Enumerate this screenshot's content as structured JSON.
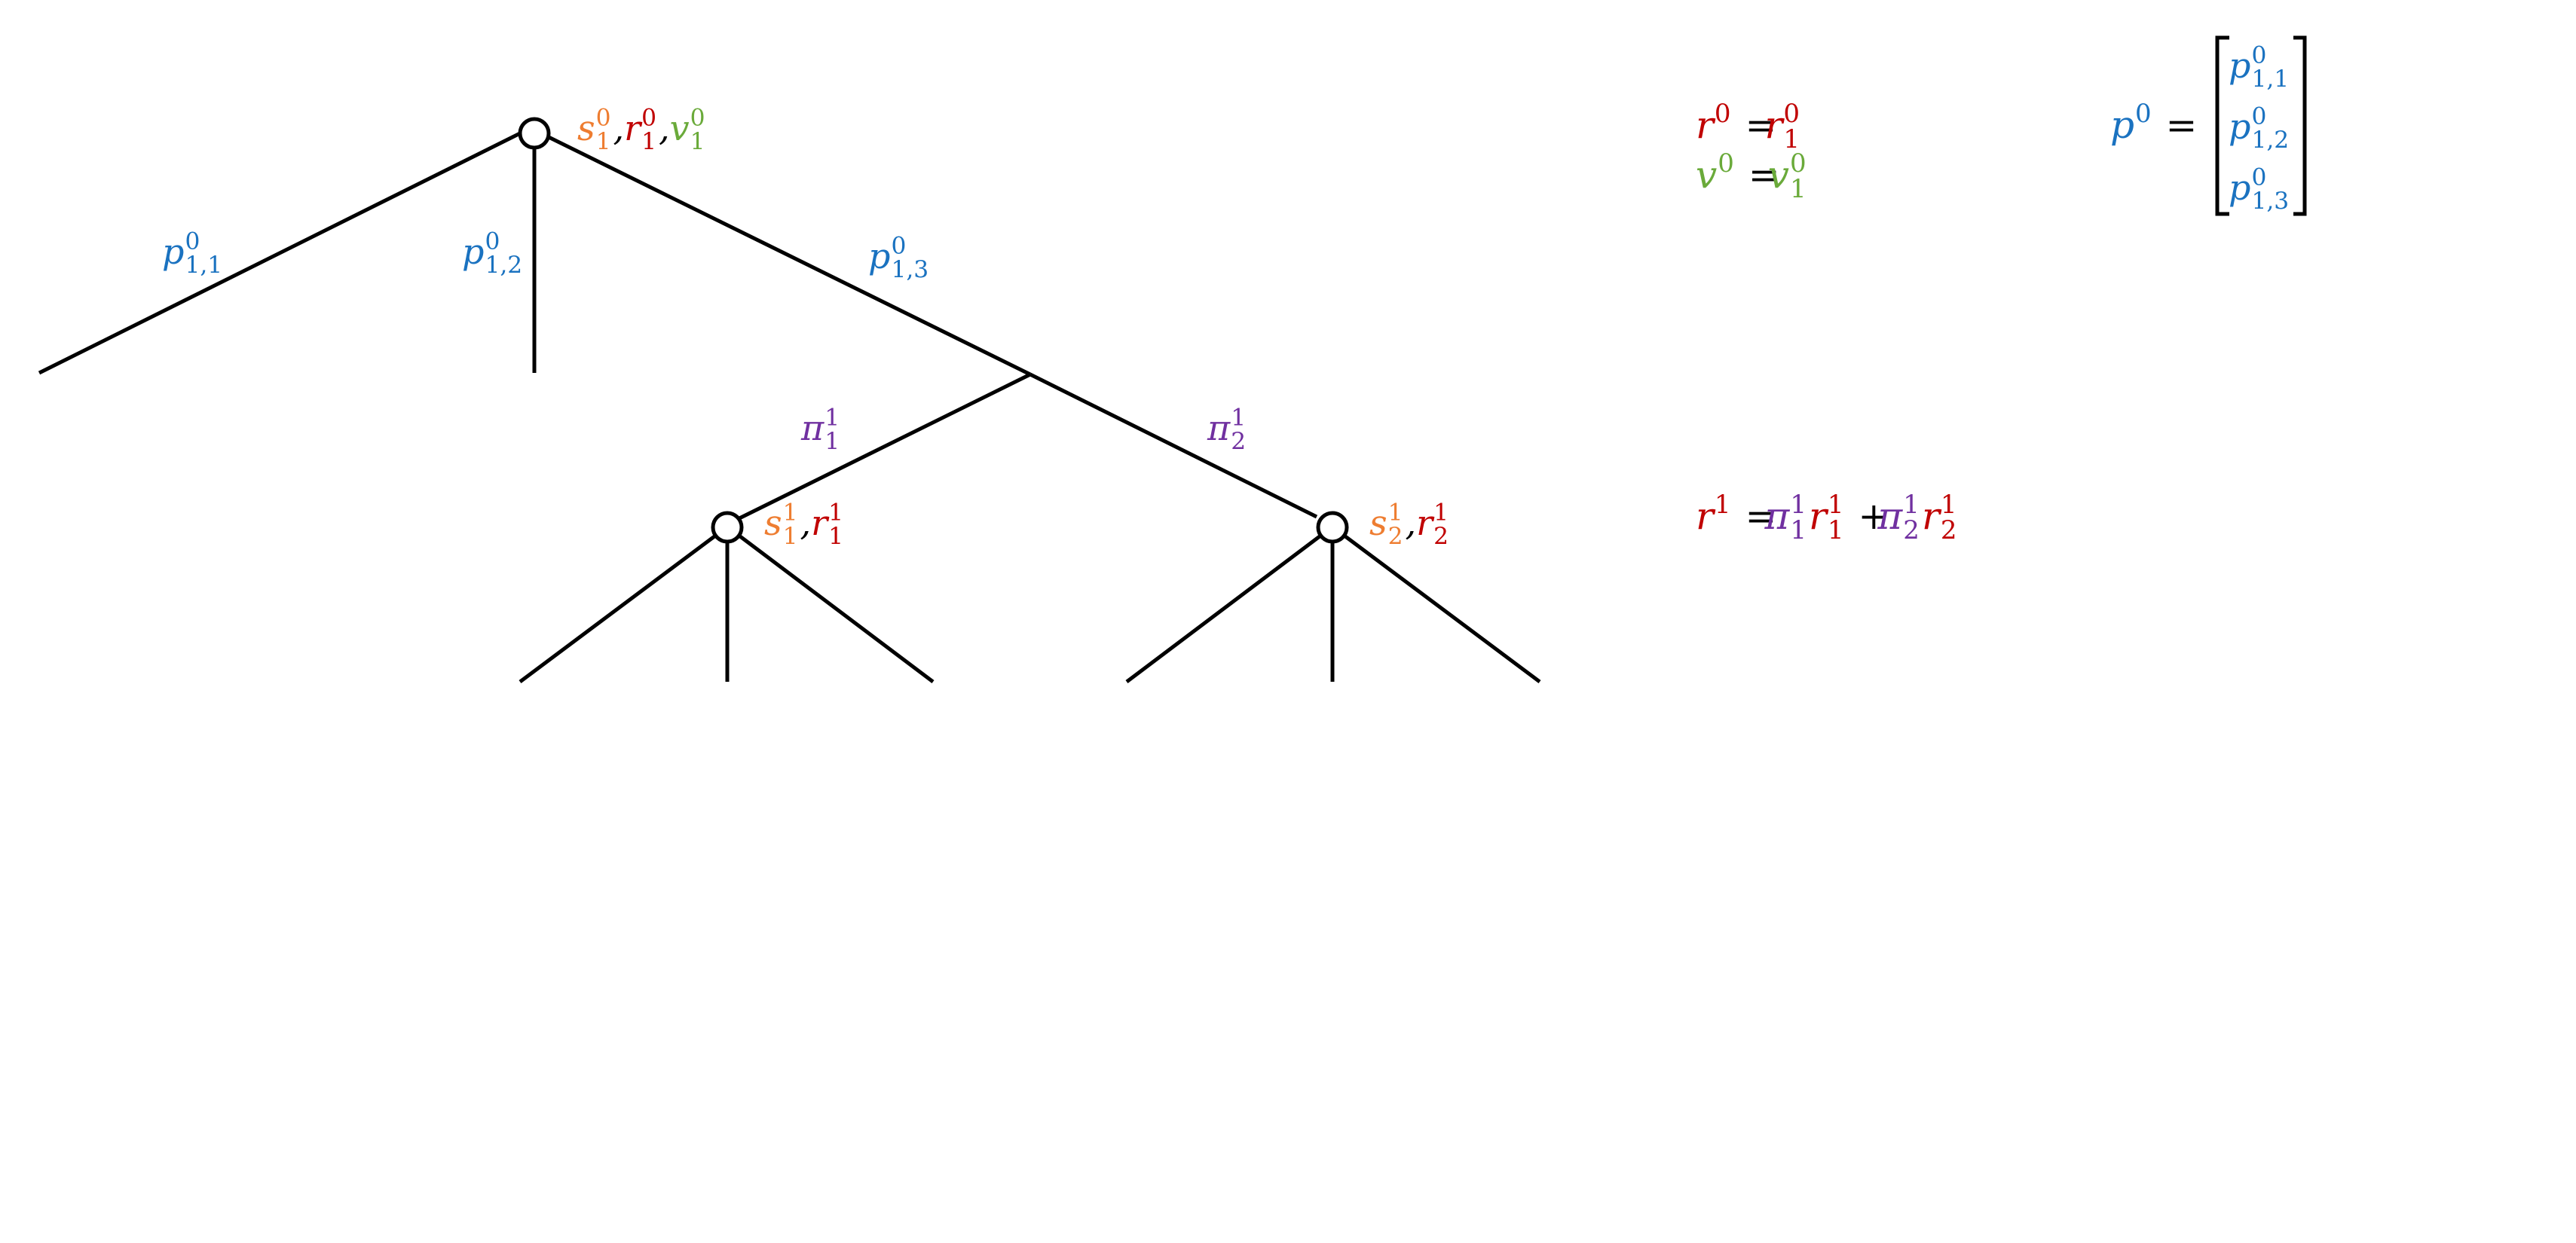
{
  "colors": {
    "line": "#000000",
    "blue": "#1a72c0",
    "orange": "#ee7d31",
    "red": "#c00000",
    "green": "#6aaa3a",
    "purple": "#7030a0",
    "black": "#000000"
  },
  "labels": {
    "root": [
      {
        "t": "s",
        "c": "orange",
        "sup": "0",
        "sub": "1"
      },
      {
        "t": ",",
        "c": "black"
      },
      {
        "t": "r",
        "c": "red",
        "sup": "0",
        "sub": "1"
      },
      {
        "t": ",",
        "c": "black"
      },
      {
        "t": "v",
        "c": "green",
        "sup": "0",
        "sub": "1"
      }
    ],
    "edge_p11": [
      {
        "t": "p",
        "c": "blue",
        "sup": "0",
        "sub": "1,1"
      }
    ],
    "edge_p12": [
      {
        "t": "p",
        "c": "blue",
        "sup": "0",
        "sub": "1,2"
      }
    ],
    "edge_p13": [
      {
        "t": "p",
        "c": "blue",
        "sup": "0",
        "sub": "1,3"
      }
    ],
    "edge_pi1": [
      {
        "t": "π",
        "c": "purple",
        "sup": "1",
        "sub": "1"
      }
    ],
    "edge_pi2": [
      {
        "t": "π",
        "c": "purple",
        "sup": "1",
        "sub": "2"
      }
    ],
    "child1": [
      {
        "t": "s",
        "c": "orange",
        "sup": "1",
        "sub": "1"
      },
      {
        "t": ",",
        "c": "black"
      },
      {
        "t": "r",
        "c": "red",
        "sup": "1",
        "sub": "1"
      }
    ],
    "child2": [
      {
        "t": "s",
        "c": "orange",
        "sup": "1",
        "sub": "2"
      },
      {
        "t": ",",
        "c": "black"
      },
      {
        "t": "r",
        "c": "red",
        "sup": "1",
        "sub": "2"
      }
    ],
    "eq_r0": [
      {
        "t": "r",
        "c": "red",
        "sup": "0"
      },
      {
        "t": " = ",
        "c": "black",
        "up": true
      },
      {
        "t": "r",
        "c": "red",
        "sup": "0",
        "sub": "1"
      }
    ],
    "eq_v0": [
      {
        "t": "v",
        "c": "green",
        "sup": "0"
      },
      {
        "t": " = ",
        "c": "black",
        "up": true
      },
      {
        "t": "v",
        "c": "green",
        "sup": "0",
        "sub": "1"
      }
    ],
    "eq_p0_lhs": [
      {
        "t": "p",
        "c": "blue",
        "sup": "0"
      },
      {
        "t": " =",
        "c": "black",
        "up": true
      }
    ],
    "vec_1": [
      {
        "t": "p",
        "c": "blue",
        "sup": "0",
        "sub": "1,1"
      }
    ],
    "vec_2": [
      {
        "t": "p",
        "c": "blue",
        "sup": "0",
        "sub": "1,2"
      }
    ],
    "vec_3": [
      {
        "t": "p",
        "c": "blue",
        "sup": "0",
        "sub": "1,3"
      }
    ],
    "eq_r1": [
      {
        "t": "r",
        "c": "red",
        "sup": "1"
      },
      {
        "t": " = ",
        "c": "black",
        "up": true
      },
      {
        "t": "π",
        "c": "purple",
        "sup": "1",
        "sub": "1"
      },
      {
        "t": "r",
        "c": "red",
        "sup": "1",
        "sub": "1"
      },
      {
        "t": " + ",
        "c": "black",
        "up": true
      },
      {
        "t": "π",
        "c": "purple",
        "sup": "1",
        "sub": "2"
      },
      {
        "t": "r",
        "c": "red",
        "sup": "1",
        "sub": "2"
      }
    ]
  }
}
